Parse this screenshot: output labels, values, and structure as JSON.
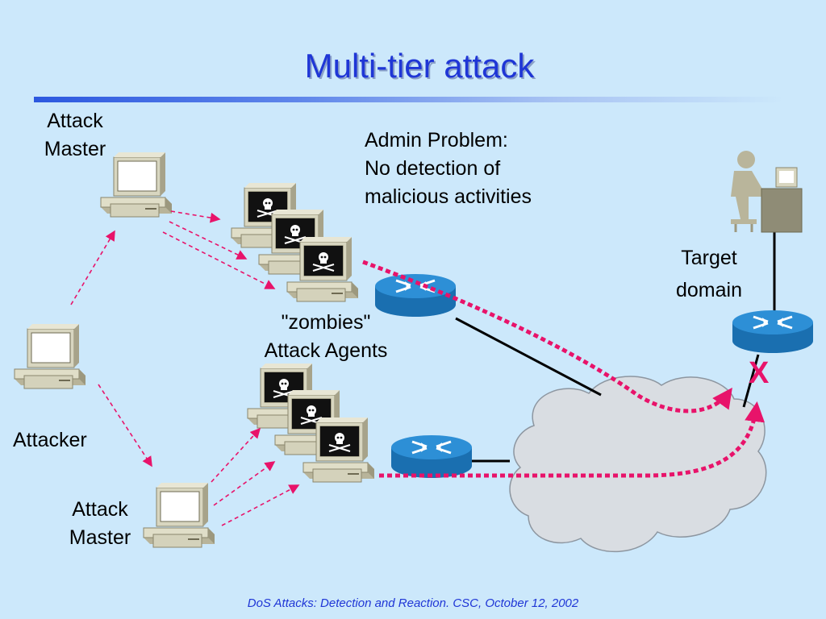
{
  "slide": {
    "title": "Multi-tier attack",
    "footer": "DoS Attacks: Detection and Reaction. CSC, October 12, 2002"
  },
  "labels": {
    "attack_master_top": "Attack\nMaster",
    "attacker": "Attacker",
    "attack_master_bottom": "Attack\nMaster",
    "admin_problem": "Admin Problem:\nNo detection of\nmalicious activities",
    "zombies": "\"zombies\"\nAttack Agents",
    "target_domain": "Target\ndomain",
    "blocked_mark": "X"
  },
  "icons": {
    "computer": "computer-icon",
    "zombie": "pirate-skull-icon",
    "router": "router-icon",
    "cloud": "network-cloud",
    "admin": "admin-person-icon"
  },
  "colors": {
    "background": "#cce8fb",
    "title": "#1f36d6",
    "attack_path": "#e8136a",
    "router": "#1f7fc4"
  }
}
